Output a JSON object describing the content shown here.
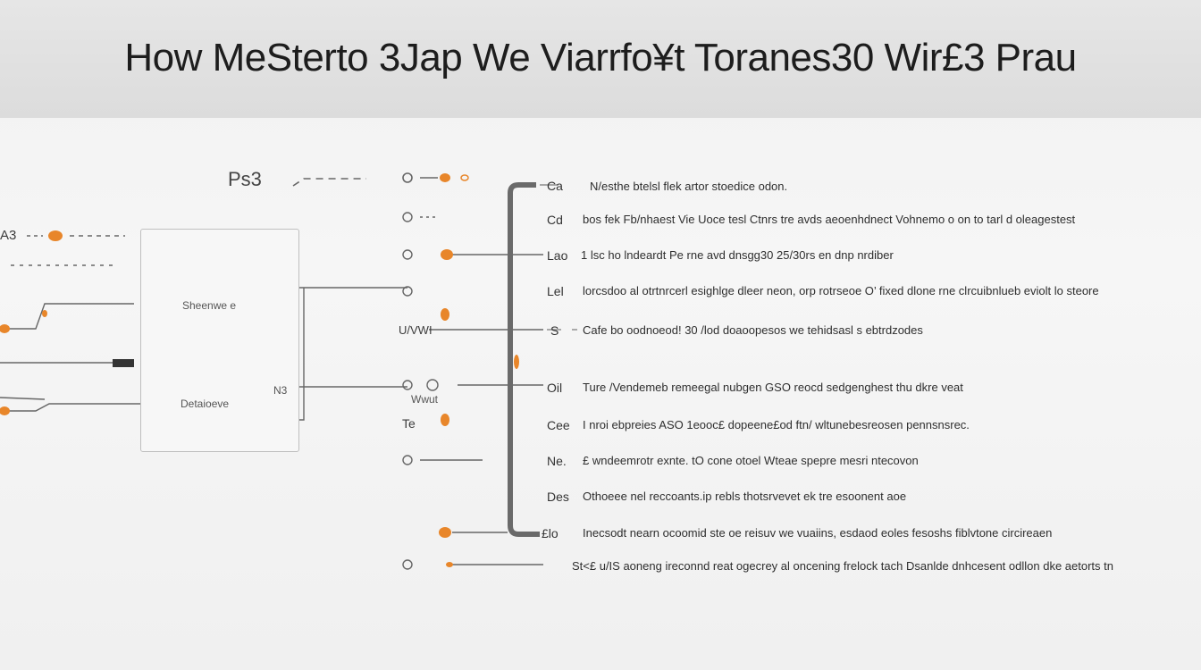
{
  "title": "How MeSterto 3Jap We Viarrfo¥t Toranes30 Wir£3 Prau",
  "left": {
    "top_label": "Ps3",
    "side_label_1": "A3",
    "box_label_1": "Sheenwe e",
    "box_label_2": "Detaioeve",
    "box_side_label": "N3"
  },
  "middle_labels": [
    "U/VWI",
    "Wwut",
    "Te"
  ],
  "rows": [
    {
      "code": "Ca",
      "text": "N/esthe btelsl flek artor stoedice odon."
    },
    {
      "code": "Cd",
      "text": "bos fek Fb/nhaest Vie Uoce tesl Ctnrs tre avds aeoenhdnect  Vohnemo o on to tarl d oleagestest"
    },
    {
      "code": "Lao",
      "text": "1 lsc ho lndeardt Pe rne avd dnsgg30 25/30rs en dnp nrdiber"
    },
    {
      "code": "Lel",
      "text": "lorcsdoo al otrtnrcerl esighlge dleer neon, orp rotrseoe O’ fixed dlone rne clrcuibnlueb eviolt lo steore"
    },
    {
      "code": "S",
      "text": "Cafe bo oodnoeod!    30 /lod doaoopesos we tehidsasl s ebtrdzodes"
    },
    {
      "code": "Oil",
      "text": "Ture /Vendemeb remeegal nubgen GSO reocd sedgenghest thu dkre veat"
    },
    {
      "code": "Cee",
      "text": "I nroi   ebpreies ASO 1eooc£ dopeene£od ftn/ wltunebesreosen pennsnsrec."
    },
    {
      "code": "Ne.",
      "text": "£ wndeemrotr exnte. tO cone otoel Wteae spepre mesri ntecovon"
    },
    {
      "code": "Des",
      "text": "Othoeee nel reccoants.ip rebls thotsrvevet ek tre esoonent aoe"
    },
    {
      "code": "£lo",
      "text": "Inecsodt  nearn ocoomid ste oe reisuv we vuaiins, esdaod eoles fesoshs fiblvtone circireaen"
    },
    {
      "code": "",
      "text": "St<£ u/IS aoneng ireconnd   reat ogecrey al oncening frelock tach Dsanlde dnhcesent odllon dke aetorts tn"
    }
  ],
  "colors": {
    "accent": "#e8862a",
    "line": "#7a7a7a",
    "rail": "#6a6a6a"
  }
}
